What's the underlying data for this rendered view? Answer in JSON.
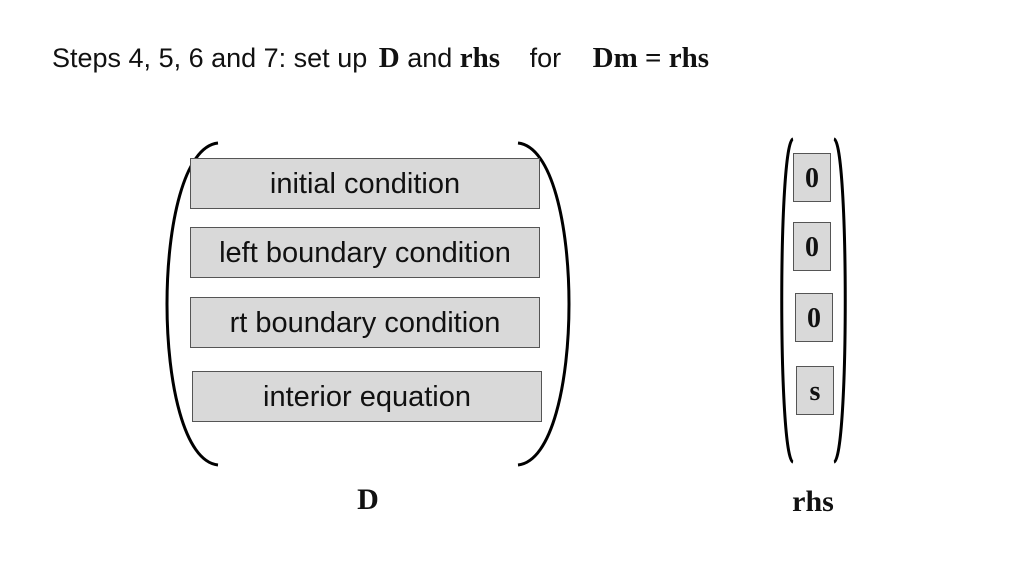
{
  "title": {
    "prefix": "Steps 4, 5, 6 and 7:  set up",
    "matrix_symbol": "D",
    "and_word": "and",
    "vector_symbol": "rhs",
    "for_word": "for",
    "equation": "Dm = rhs"
  },
  "matrix": {
    "rows": [
      "initial condition",
      "left boundary  condition",
      "rt boundary  condition",
      "interior equation"
    ],
    "label": "D"
  },
  "vector": {
    "entries": [
      "0",
      "0",
      "0",
      "s"
    ],
    "label": "rhs"
  },
  "colors": {
    "box_fill": "#d9d9d9",
    "box_border": "#555555",
    "bracket": "#000000"
  }
}
